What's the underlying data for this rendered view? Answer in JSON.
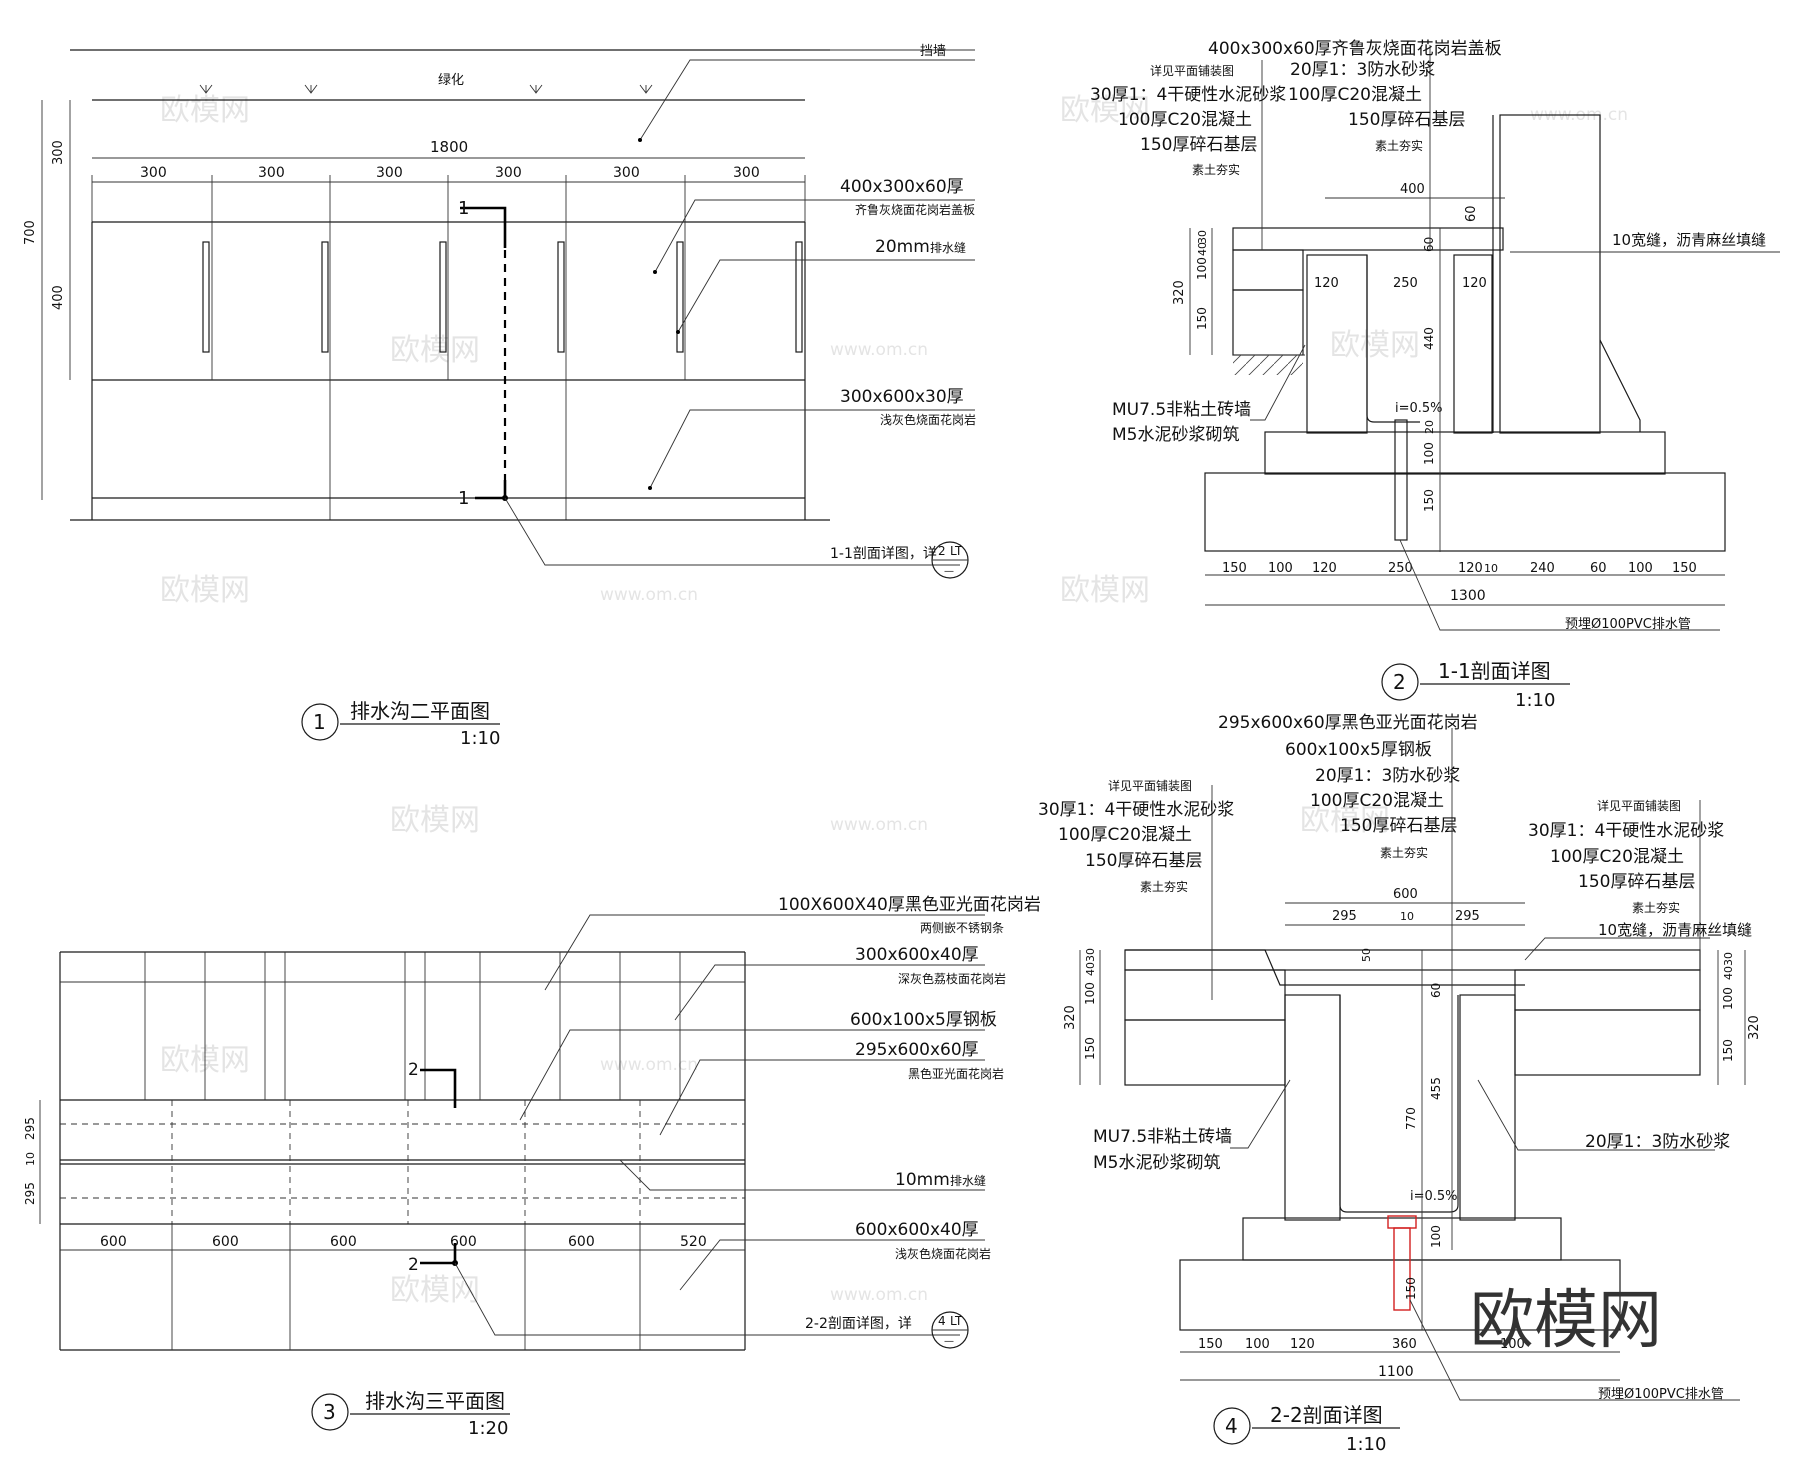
{
  "plan1": {
    "wall_label": "挡墙",
    "green_label": "绿化",
    "total_dim": "1800",
    "seg_dims": [
      "300",
      "300",
      "300",
      "300",
      "300",
      "300"
    ],
    "side_dims": [
      "300",
      "700",
      "400"
    ],
    "cover_spec": "400x300x60厚",
    "cover_desc": "齐鲁灰烧面花岗岩盖板",
    "joint_spec": "20mm",
    "joint_desc": "排水缝",
    "paving_spec": "300x600x30厚",
    "paving_desc": "浅灰色烧面花岗岩",
    "section_mark": "1",
    "section_ref": "1-1剖面详图，详",
    "ref_top": "2",
    "ref_code": "LT",
    "ref_bottom": "—",
    "title_num": "1",
    "title": "排水沟二平面图",
    "scale": "1:10"
  },
  "sec1": {
    "layers_top": [
      "400x300x60厚齐鲁灰烧面花岗岩盖板",
      "详见平面铺装图",
      "30厚1：4干硬性水泥砂浆",
      "100厚C20混凝土",
      "150厚碎石基层",
      "素土夯实"
    ],
    "layers_right": [
      "20厚1：3防水砂浆",
      "100厚C20混凝土",
      "150厚碎石基层",
      "素土夯实"
    ],
    "gap_label": "10宽缝，沥青麻丝填缝",
    "wall_label": "MU7.5非粘土砖墙",
    "mortar_label": "M5水泥砂浆砌筑",
    "slope": "i=0.5%",
    "pipe_label": "预埋Ø100PVC排水管",
    "dims_top": [
      "400",
      "60"
    ],
    "dims_inner": [
      "120",
      "250",
      "120"
    ],
    "dims_left": [
      "320",
      "30",
      "40",
      "100",
      "150"
    ],
    "dims_mid": [
      "60",
      "440",
      "20",
      "100",
      "150"
    ],
    "dims_bottom": [
      "150",
      "100",
      "120",
      "250",
      "120",
      "10",
      "240",
      "60",
      "100",
      "150"
    ],
    "total": "1300",
    "title_num": "2",
    "title": "1-1剖面详图",
    "scale": "1:10"
  },
  "plan3": {
    "labels": [
      {
        "spec": "100X600X40厚黑色亚光面花岗岩",
        "desc": "两侧嵌不锈钢条"
      },
      {
        "spec": "300x600x40厚",
        "desc": "深灰色荔枝面花岗岩"
      },
      {
        "spec": "600x100x5厚钢板",
        "desc": ""
      },
      {
        "spec": "295x600x60厚",
        "desc": "黑色亚光面花岗岩"
      },
      {
        "spec": "10mm",
        "desc": "排水缝"
      },
      {
        "spec": "600x600x40厚",
        "desc": "浅灰色烧面花岗岩"
      }
    ],
    "dims": [
      "600",
      "600",
      "600",
      "600",
      "600",
      "520"
    ],
    "side_dims": [
      "295",
      "10",
      "295"
    ],
    "section_mark": "2",
    "section_ref": "2-2剖面详图，详",
    "ref_top": "4",
    "ref_code": "LT",
    "ref_bottom": "—",
    "title_num": "3",
    "title": "排水沟三平面图",
    "scale": "1:20"
  },
  "sec2": {
    "layers_top": [
      "295x600x60厚黑色亚光面花岗岩",
      "600x100x5厚钢板",
      "20厚1：3防水砂浆",
      "100厚C20混凝土",
      "150厚碎石基层",
      "素土夯实"
    ],
    "layers_left": [
      "详见平面铺装图",
      "30厚1：4干硬性水泥砂浆",
      "100厚C20混凝土",
      "150厚碎石基层",
      "素土夯实"
    ],
    "layers_right": [
      "详见平面铺装图",
      "30厚1：4干硬性水泥砂浆",
      "100厚C20混凝土",
      "150厚碎石基层",
      "素土夯实"
    ],
    "gap_label": "10宽缝，沥青麻丝填缝",
    "waterproof": "20厚1：3防水砂浆",
    "wall_label": "MU7.5非粘土砖墙",
    "mortar_label": "M5水泥砂浆砌筑",
    "slope": "i=0.5%",
    "pipe_label": "预埋Ø100PVC排水管",
    "dims_top": [
      "600",
      "295",
      "10",
      "295"
    ],
    "dims_side": [
      "320",
      "30",
      "40",
      "100",
      "150"
    ],
    "dims_mid": [
      "50",
      "60",
      "455",
      "770",
      "100",
      "150"
    ],
    "dims_bottom": [
      "150",
      "100",
      "120",
      "360",
      "100"
    ],
    "total": "1100",
    "title_num": "4",
    "title": "2-2剖面详图",
    "scale": "1:10"
  },
  "watermark": {
    "cn": "欧模网",
    "url": "www.om.cn",
    "big": "欧模网"
  }
}
